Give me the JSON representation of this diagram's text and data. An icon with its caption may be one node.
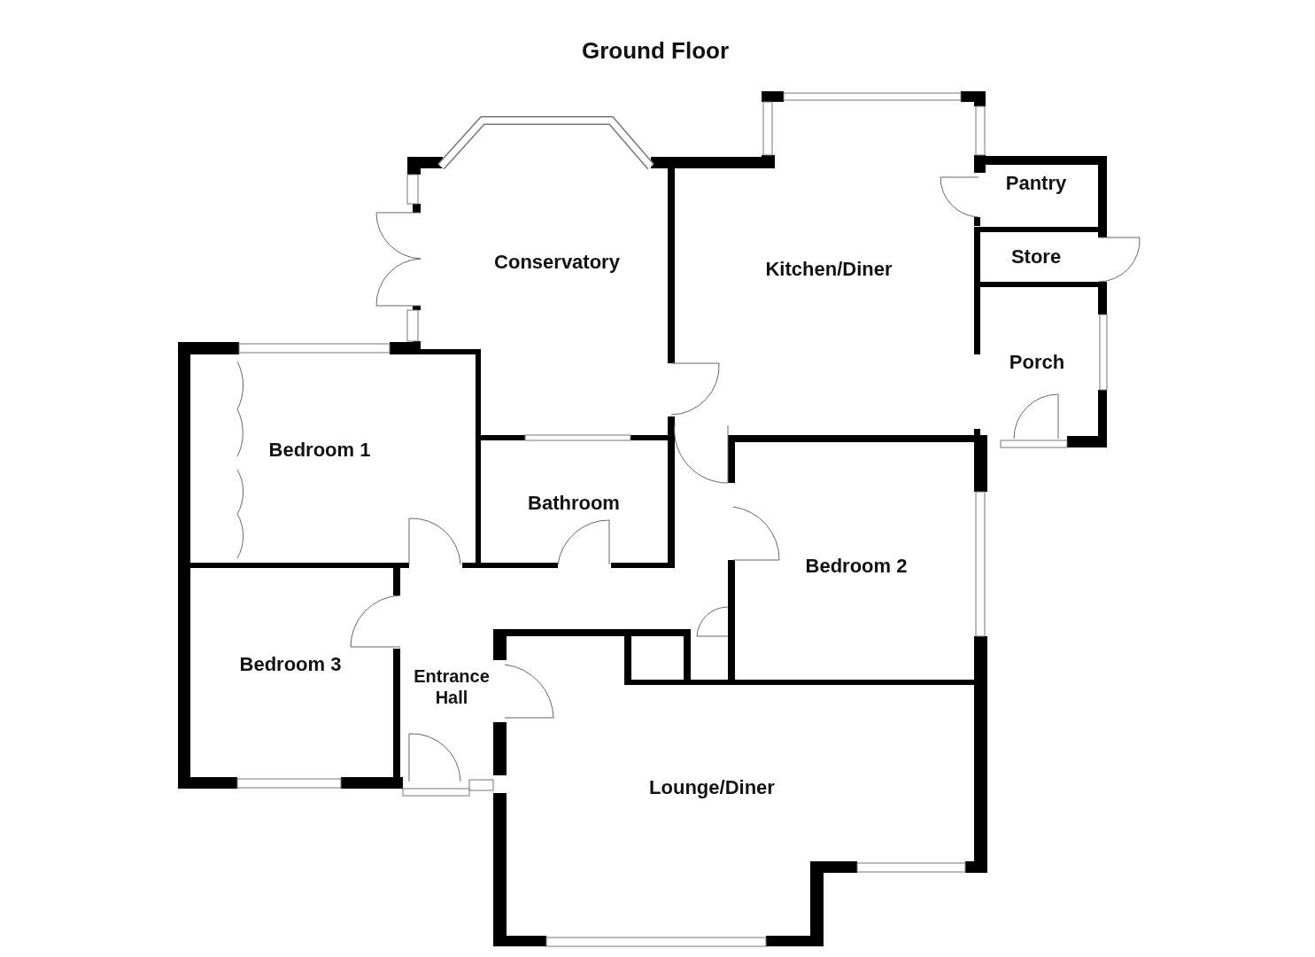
{
  "diagram": {
    "title": "Ground Floor",
    "nodes": [
      {
        "text": [
          "Pantry"
        ]
      },
      {
        "text": [
          "Store"
        ]
      },
      {
        "text": [
          "Conservatory"
        ]
      },
      {
        "text": [
          "Kitchen/Diner"
        ]
      },
      {
        "text": [
          "Porch"
        ]
      },
      {
        "text": [
          "Bedroom 1"
        ]
      },
      {
        "text": [
          "Bathroom"
        ]
      },
      {
        "text": [
          "Bedroom 2"
        ]
      },
      {
        "text": [
          "Bedroom 3"
        ]
      },
      {
        "text": [
          "Entrance Hall"
        ]
      },
      {
        "text": [
          "Lounge/Diner"
        ]
      }
    ]
  }
}
